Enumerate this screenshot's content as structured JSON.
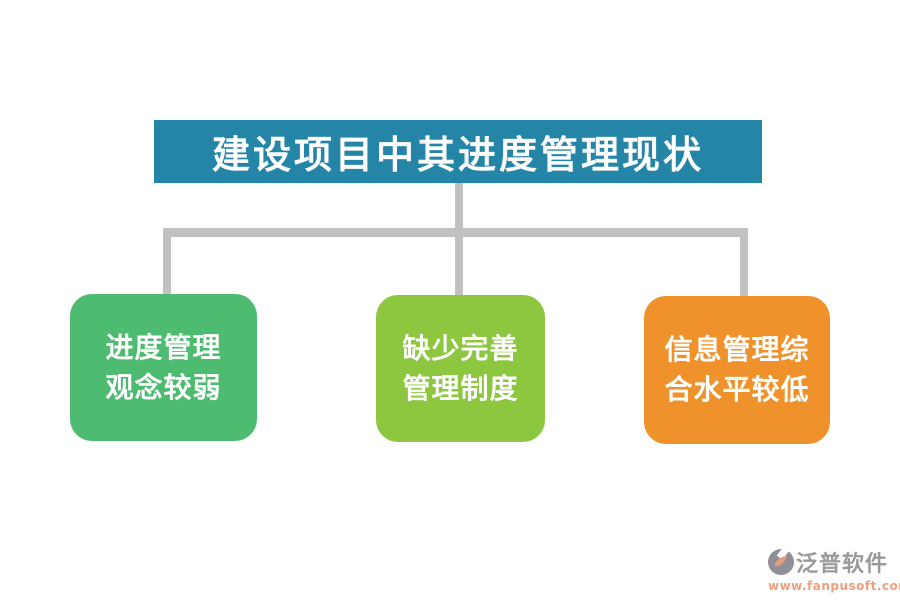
{
  "diagram": {
    "title": "建设项目中其进度管理现状",
    "nodes": [
      {
        "id": "node-weak-concept",
        "lines": [
          "进度管理",
          "观念较弱"
        ],
        "color": "#4DBB70"
      },
      {
        "id": "node-missing-system",
        "lines": [
          "缺少完善",
          "管理制度"
        ],
        "color": "#8DC63F"
      },
      {
        "id": "node-low-info-level",
        "lines": [
          "信息管理综",
          "合水平较低"
        ],
        "color": "#F0922B"
      }
    ],
    "colors": {
      "title_bg": "#2585A7",
      "title_text": "#FFFFFF",
      "node_text": "#FFFFFF",
      "connector": "#C1C1C1",
      "background": "#FFFFFF"
    }
  },
  "watermark": {
    "brand": "泛普软件",
    "url": "www.fanpusoft.com",
    "brand_color": "#9A9A9A",
    "url_color": "#EF9F7E",
    "logo_gray": "#8F8F97",
    "logo_accent": "#E79B7D"
  }
}
